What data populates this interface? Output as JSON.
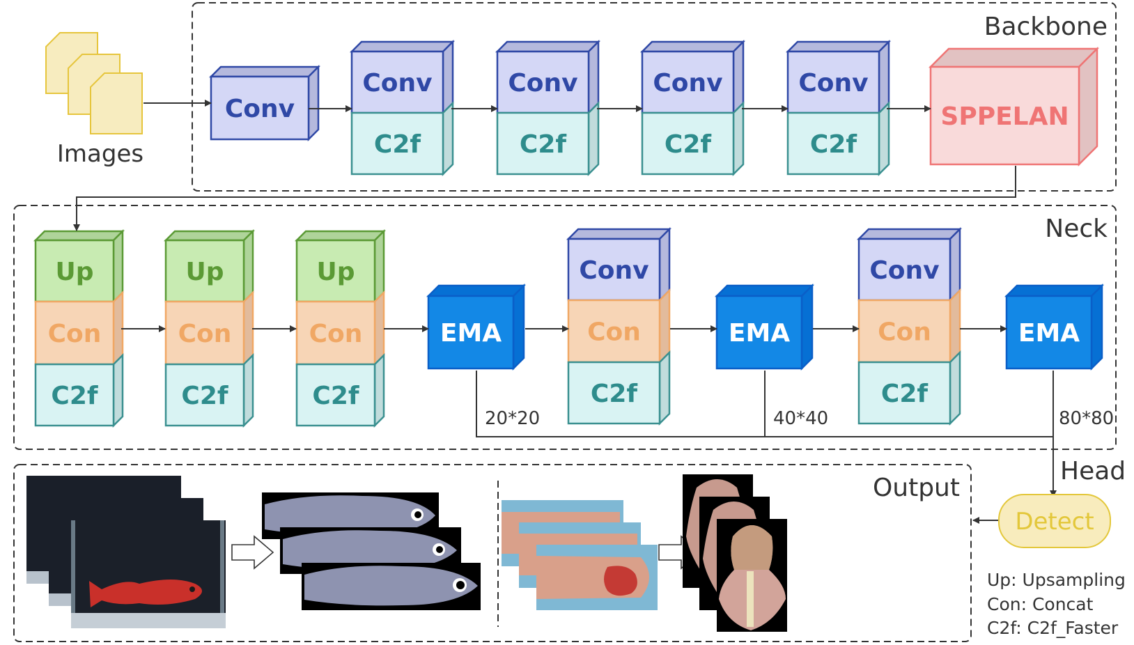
{
  "input": {
    "label": "Images",
    "icon": "image-stack-icon"
  },
  "sections": {
    "backbone": "Backbone",
    "neck": "Neck",
    "head": "Head",
    "output": "Output"
  },
  "backbone": {
    "stem": "Conv",
    "stages": [
      {
        "top": "Conv",
        "bottom": "C2f"
      },
      {
        "top": "Conv",
        "bottom": "C2f"
      },
      {
        "top": "Conv",
        "bottom": "C2f"
      },
      {
        "top": "Conv",
        "bottom": "C2f"
      }
    ],
    "sppelan": "SPPELAN"
  },
  "neck": {
    "up_stacks": [
      {
        "top": "Up",
        "mid": "Con",
        "bottom": "C2f"
      },
      {
        "top": "Up",
        "mid": "Con",
        "bottom": "C2f"
      },
      {
        "top": "Up",
        "mid": "Con",
        "bottom": "C2f"
      }
    ],
    "ema": [
      "EMA",
      "EMA",
      "EMA"
    ],
    "down_stacks": [
      {
        "top": "Conv",
        "mid": "Con",
        "bottom": "C2f"
      },
      {
        "top": "Conv",
        "mid": "Con",
        "bottom": "C2f"
      }
    ],
    "scales": [
      "20*20",
      "40*40",
      "80*80"
    ]
  },
  "head": {
    "detect": "Detect"
  },
  "legend": [
    "Up: Upsampling",
    "Con: Concat",
    "C2f: C2f_Faster"
  ],
  "colors": {
    "conv_fill": "#d4d7f6",
    "conv_side": "#b5b9dd",
    "conv_stroke": "#2f48a6",
    "c2f_fill": "#d9f3f3",
    "c2f_side": "#c1dcdc",
    "c2f_stroke": "#3a9090",
    "c2f_text": "#2e8c8c",
    "up_fill": "#c8ebb2",
    "up_side": "#afd49a",
    "up_stroke": "#5b9a35",
    "up_text": "#5b9a35",
    "con_fill": "#f7d5b6",
    "con_side": "#e2bb9c",
    "con_stroke": "#f0a764",
    "con_text": "#f0a764",
    "sppelan_fill": "#f9dada",
    "sppelan_side": "#e2c2c2",
    "sppelan_stroke": "#ef7474",
    "ema_fill": "#1388e6",
    "ema_side": "#0670d4",
    "ema_stroke": "#0a5fc8",
    "detect_fill": "#f8ecbd",
    "detect_stroke": "#e3c73a",
    "detect_text": "#e3c73a",
    "image_fill": "#f7ecbf",
    "image_stroke": "#e6c53c",
    "line": "#333333"
  }
}
